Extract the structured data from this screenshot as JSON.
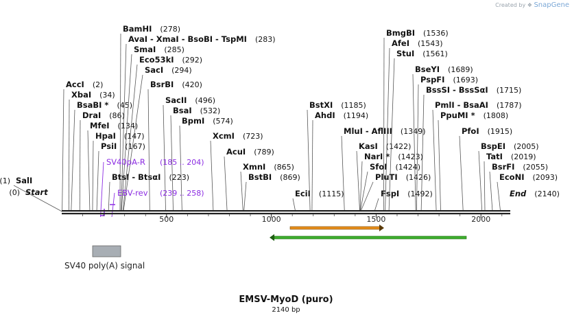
{
  "watermark": {
    "prefix": "Created by",
    "brand": "SnapGene"
  },
  "plasmid": {
    "name": "EMSV-MyoD (puro)",
    "length_label": "2140 bp",
    "length": 2140
  },
  "ruler": {
    "ticks": [
      500,
      1000,
      1500,
      2000
    ]
  },
  "sites": [
    {
      "name": "SalI",
      "pos": 1,
      "label": "(1)",
      "pre": true
    },
    {
      "name": "Start",
      "pos": 0,
      "label": "(0)",
      "pre": true,
      "italic": true
    },
    {
      "name": "AccI",
      "pos": 2,
      "label": "(2)"
    },
    {
      "name": "XbaI",
      "pos": 34,
      "label": "(34)"
    },
    {
      "name": "BsaBI *",
      "pos": 45,
      "label": "(45)"
    },
    {
      "name": "DraI",
      "pos": 86,
      "label": "(86)"
    },
    {
      "name": "MfeI",
      "pos": 134,
      "label": "(134)"
    },
    {
      "name": "HpaI",
      "pos": 147,
      "label": "(147)"
    },
    {
      "name": "PsiI",
      "pos": 167,
      "label": "(167)"
    },
    {
      "name": "BtsI - BtsαI",
      "pos": 223,
      "label": "(223)"
    },
    {
      "name": "BamHI",
      "pos": 278,
      "label": "(278)"
    },
    {
      "name": "AvaI - XmaI - BsoBI - TspMI",
      "pos": 283,
      "label": "(283)"
    },
    {
      "name": "SmaI",
      "pos": 285,
      "label": "(285)"
    },
    {
      "name": "Eco53kI",
      "pos": 292,
      "label": "(292)"
    },
    {
      "name": "SacI",
      "pos": 294,
      "label": "(294)"
    },
    {
      "name": "BsrBI",
      "pos": 420,
      "label": "(420)"
    },
    {
      "name": "SacII",
      "pos": 496,
      "label": "(496)"
    },
    {
      "name": "BsaI",
      "pos": 532,
      "label": "(532)"
    },
    {
      "name": "BpmI",
      "pos": 574,
      "label": "(574)"
    },
    {
      "name": "XcmI",
      "pos": 723,
      "label": "(723)"
    },
    {
      "name": "AcuI",
      "pos": 789,
      "label": "(789)"
    },
    {
      "name": "XmnI",
      "pos": 865,
      "label": "(865)"
    },
    {
      "name": "BstBI",
      "pos": 869,
      "label": "(869)"
    },
    {
      "name": "EciI",
      "pos": 1115,
      "label": "(1115)"
    },
    {
      "name": "BstXI",
      "pos": 1185,
      "label": "(1185)"
    },
    {
      "name": "AhdI",
      "pos": 1194,
      "label": "(1194)"
    },
    {
      "name": "MluI - AflIII",
      "pos": 1349,
      "label": "(1349)"
    },
    {
      "name": "KasI",
      "pos": 1422,
      "label": "(1422)"
    },
    {
      "name": "NarI *",
      "pos": 1423,
      "label": "(1423)"
    },
    {
      "name": "SfoI",
      "pos": 1424,
      "label": "(1424)"
    },
    {
      "name": "PluTI",
      "pos": 1426,
      "label": "(1426)"
    },
    {
      "name": "FspI",
      "pos": 1492,
      "label": "(1492)"
    },
    {
      "name": "BmgBI",
      "pos": 1536,
      "label": "(1536)"
    },
    {
      "name": "AfeI",
      "pos": 1543,
      "label": "(1543)"
    },
    {
      "name": "StuI",
      "pos": 1561,
      "label": "(1561)"
    },
    {
      "name": "BseYI",
      "pos": 1689,
      "label": "(1689)"
    },
    {
      "name": "PspFI",
      "pos": 1693,
      "label": "(1693)"
    },
    {
      "name": "BssSI - BssSαI",
      "pos": 1715,
      "label": "(1715)"
    },
    {
      "name": "PmlI - BsaAI",
      "pos": 1787,
      "label": "(1787)"
    },
    {
      "name": "PpuMI *",
      "pos": 1808,
      "label": "(1808)"
    },
    {
      "name": "PfoI",
      "pos": 1915,
      "label": "(1915)"
    },
    {
      "name": "BspEI",
      "pos": 2005,
      "label": "(2005)"
    },
    {
      "name": "TatI",
      "pos": 2019,
      "label": "(2019)"
    },
    {
      "name": "BsrFI",
      "pos": 2055,
      "label": "(2055)"
    },
    {
      "name": "EcoNI",
      "pos": 2093,
      "label": "(2093)"
    },
    {
      "name": "End",
      "pos": 2140,
      "label": "(2140)",
      "italic": true
    }
  ],
  "primers": [
    {
      "name": "SV40pA-R",
      "range": "(185 .. 204)",
      "color": "#8b2be2"
    },
    {
      "name": "EBV-rev",
      "range": "(239 .. 258)",
      "color": "#8b2be2"
    }
  ],
  "features": [
    {
      "name": "SV40 poly(A) signal",
      "color": "#a8aeb4"
    }
  ],
  "orfs": [
    {
      "strand": "forward",
      "color": "#e88f1c"
    },
    {
      "strand": "reverse",
      "color": "#3fae2e"
    }
  ]
}
